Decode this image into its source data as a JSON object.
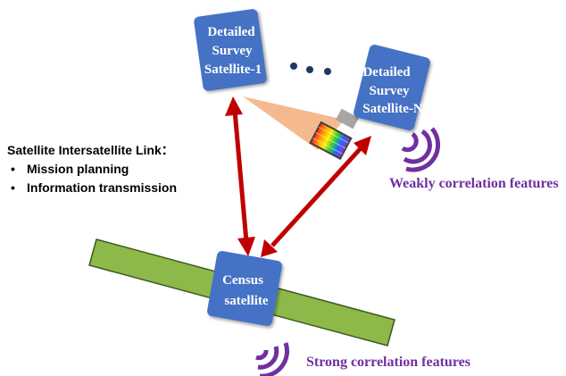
{
  "satellites": {
    "detailed_1": [
      "Detailed",
      "Survey",
      "Satellite-1"
    ],
    "detailed_n": [
      "Detailed",
      "Survey",
      "Satellite-N"
    ],
    "census": [
      "Census",
      "satellite"
    ]
  },
  "ellipsis": "...",
  "link_panel": {
    "title": "Satellite Intersatellite Link：",
    "items": [
      "Mission planning",
      "Information transmission"
    ]
  },
  "labels": {
    "weak": "Weakly correlation features",
    "strong": "Strong correlation features"
  },
  "colors": {
    "satellite_fill": "#4472c4",
    "arrow": "#c00000",
    "ground_strip": "#8db84a",
    "signal": "#7030a0",
    "beam": "#f4b183"
  },
  "icons": [
    "radio-wave-icon",
    "spectrum-sensor-icon"
  ]
}
